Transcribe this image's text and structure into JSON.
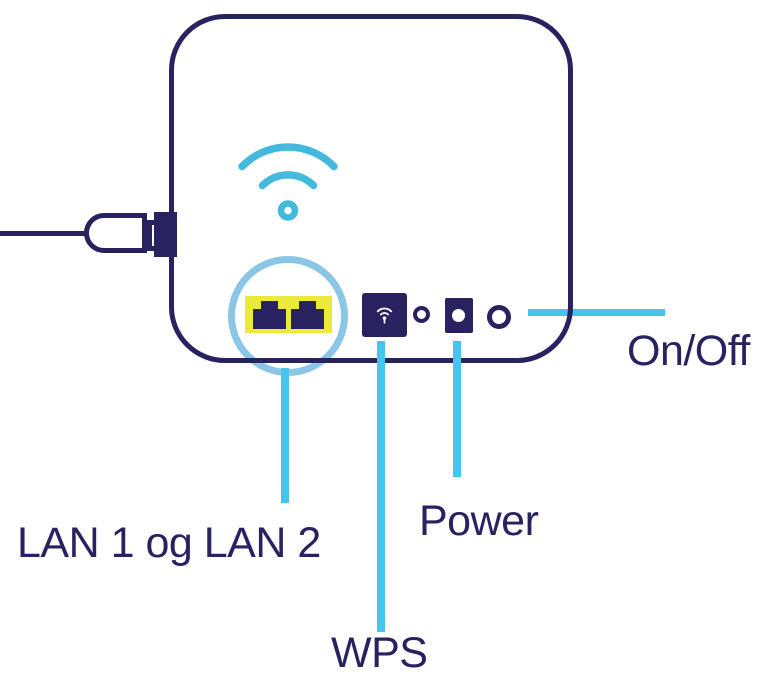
{
  "diagram": {
    "labels": {
      "lan": "LAN 1 og LAN 2",
      "wps": "WPS",
      "power": "Power",
      "onoff": "On/Off"
    },
    "icons": {
      "device_logo": "wifi-icon",
      "wps_button": "wps-wifi-icon",
      "lan_ports": "ethernet-port-icon",
      "cable": "power-plug-icon"
    },
    "colors": {
      "navy": "#292261",
      "cyan": "#45C4EC",
      "light-blue": "#8AC6E6",
      "yellow": "#EDE93C",
      "icon-cyan": "#44B9DE",
      "white": "#FFFFFF"
    }
  }
}
